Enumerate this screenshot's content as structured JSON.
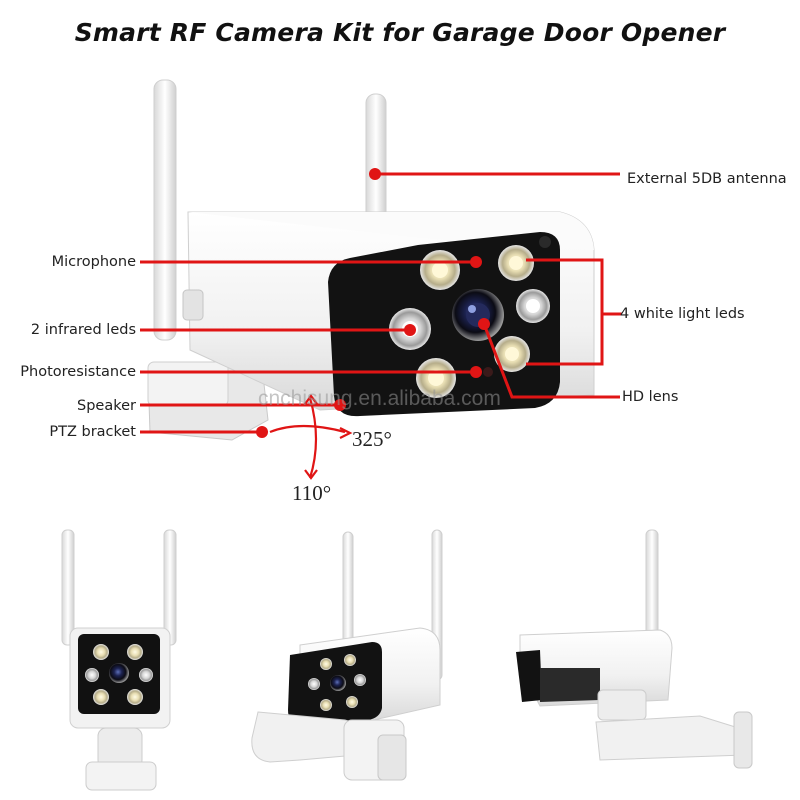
{
  "title": "Smart RF Camera Kit for Garage Door Opener",
  "labels": {
    "antenna": "External 5DB antenna",
    "microphone": "Microphone",
    "infrared": "2 infrared leds",
    "white_leds": "4 white light leds",
    "photoresistance": "Photoresistance",
    "hd_lens": "HD lens",
    "speaker": "Speaker",
    "ptz": "PTZ bracket"
  },
  "angles": {
    "horizontal": "325°",
    "vertical": "110°"
  },
  "watermark": "cnchisung.en.alibaba.com",
  "colors": {
    "callout": "#e01515",
    "camera_body": "#f4f4f4",
    "camera_face": "#111111"
  }
}
